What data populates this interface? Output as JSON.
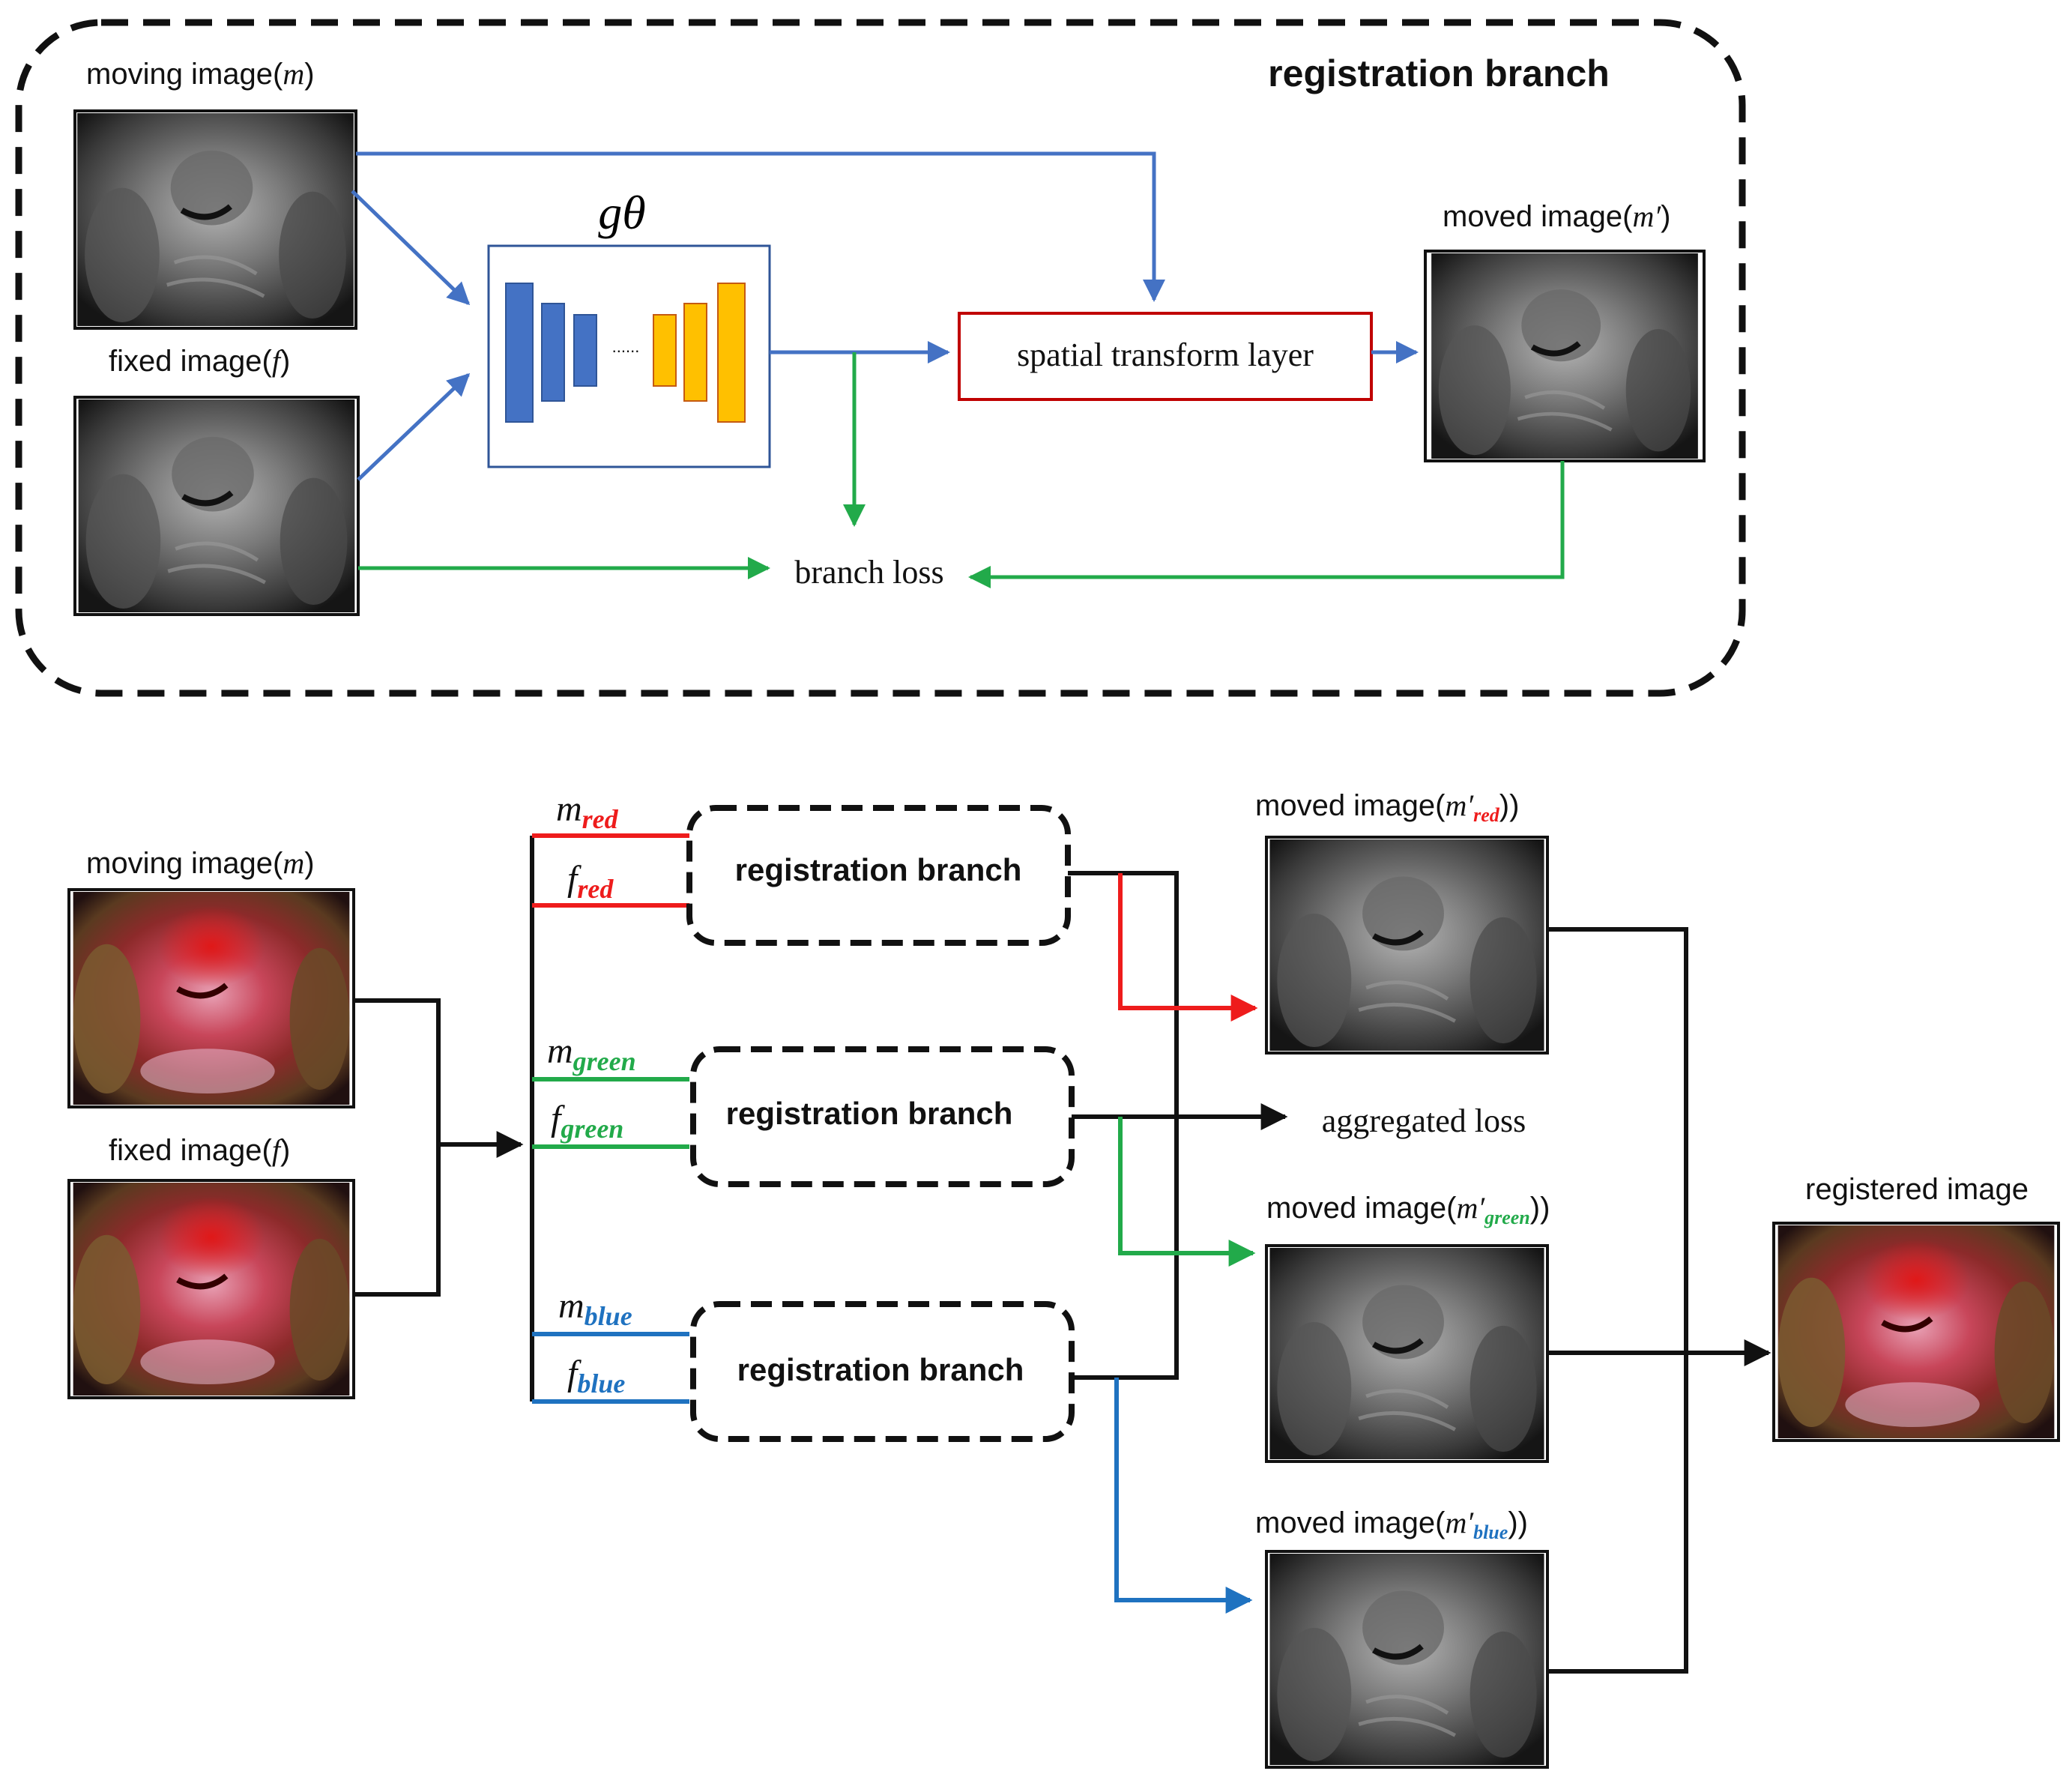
{
  "colors": {
    "blue": "#4472c4",
    "green": "#22aa4a",
    "red": "#ee1c1c",
    "blue_ch": "#1f72c0",
    "orange": "#ffc000",
    "dark": "#111111",
    "stl_border": "#c00000"
  },
  "top": {
    "title": "registration branch",
    "moving_label": "moving image(",
    "moving_var": "m",
    "fixed_label": "fixed image(",
    "fixed_var": "f",
    "close": ")",
    "net_label": "gθ",
    "net_dots": "......",
    "stl_label": "spatial transform layer",
    "moved_label": "moved image(",
    "moved_var": "m′",
    "branch_loss": "branch loss"
  },
  "bottom": {
    "moving_label": "moving image(",
    "moving_var": "m",
    "fixed_label": "fixed image(",
    "fixed_var": "f",
    "close": ")",
    "branch_label": "registration branch",
    "m_red": "m",
    "m_red_sub": "red",
    "f_red": "f",
    "f_red_sub": "red",
    "m_green": "m",
    "m_green_sub": "green",
    "f_green": "f",
    "f_green_sub": "green",
    "m_blue": "m",
    "m_blue_sub": "blue",
    "f_blue": "f",
    "f_blue_sub": "blue",
    "moved_label": "moved image(",
    "moved_var": "m′",
    "moved_red_sub": "red",
    "moved_green_sub": "green",
    "moved_blue_sub": "blue",
    "close2": "))",
    "aggregated_loss": "aggregated loss",
    "registered_label": "registered image"
  }
}
